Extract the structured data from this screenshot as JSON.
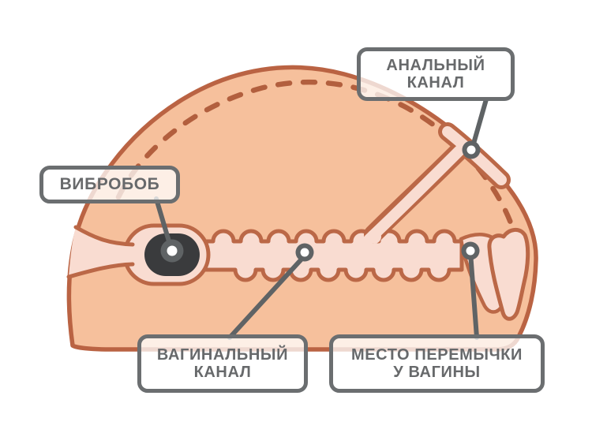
{
  "diagram": {
    "labels": {
      "vibrobob": {
        "text": "ВИБРОБОБ"
      },
      "anal": {
        "line1": "АНАЛЬНЫЙ",
        "line2": "КАНАЛ"
      },
      "vaginal": {
        "line1": "ВАГИНАЛЬНЫЙ",
        "line2": "КАНАЛ"
      },
      "bridge": {
        "line1": "МЕСТО ПЕРЕМЫЧКИ",
        "line2": "У ВАГИНЫ"
      }
    },
    "parts": [
      "vibro-bean",
      "anal-canal",
      "vaginal-canal",
      "bridge-spot-at-vagina"
    ]
  },
  "colors": {
    "page-bg": "#ffffff",
    "body-fill": "#f6c09c",
    "body-stroke": "#ba6343",
    "dash-stroke": "#b25f3e",
    "canal-fill": "#f9dcd1",
    "canal-stroke": "#bb6847",
    "bean-fill": "#3a3b3d",
    "connector-gray": "#5f6365",
    "label-border": "#6b6e70",
    "label-text": "#67696b"
  }
}
